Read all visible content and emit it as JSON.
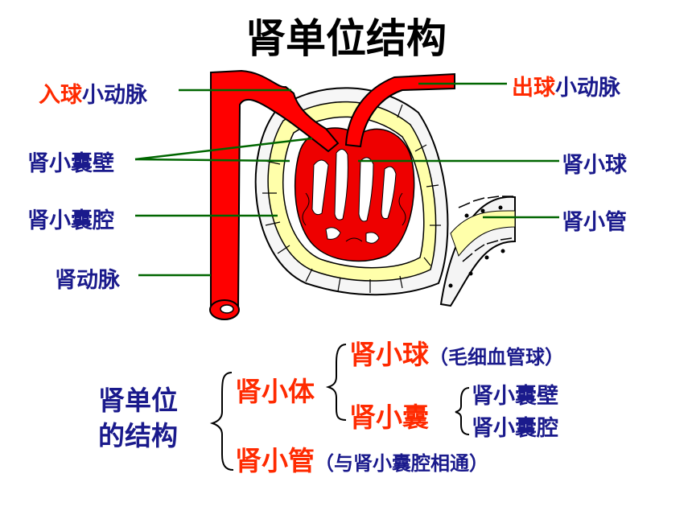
{
  "title": "肾单位结构",
  "labels": {
    "afferent_prefix": "入球",
    "afferent_suffix": "小动脉",
    "efferent_prefix": "出球",
    "efferent_suffix": "小动脉",
    "capsule_wall": "肾小囊壁",
    "capsule_cavity": "肾小囊腔",
    "renal_artery": "肾动脉",
    "glomerulus": "肾小球",
    "tubule": "肾小管"
  },
  "summary": {
    "root_line1": "肾单位",
    "root_line2": "的结构",
    "corpuscle": "肾小体",
    "glomerulus": "肾小球",
    "glomerulus_note": "（毛细血管球）",
    "capsule": "肾小囊",
    "capsule_wall": "肾小囊壁",
    "capsule_cavity": "肾小囊腔",
    "tubule": "肾小管",
    "tubule_note": "（与肾小囊腔相通）"
  },
  "colors": {
    "vessel_red": "#ff0000",
    "capsule_yellow": "#ffffaa",
    "pointer_green": "#006600",
    "label_navy": "#1a1a8c",
    "label_red": "#ff2a00"
  }
}
